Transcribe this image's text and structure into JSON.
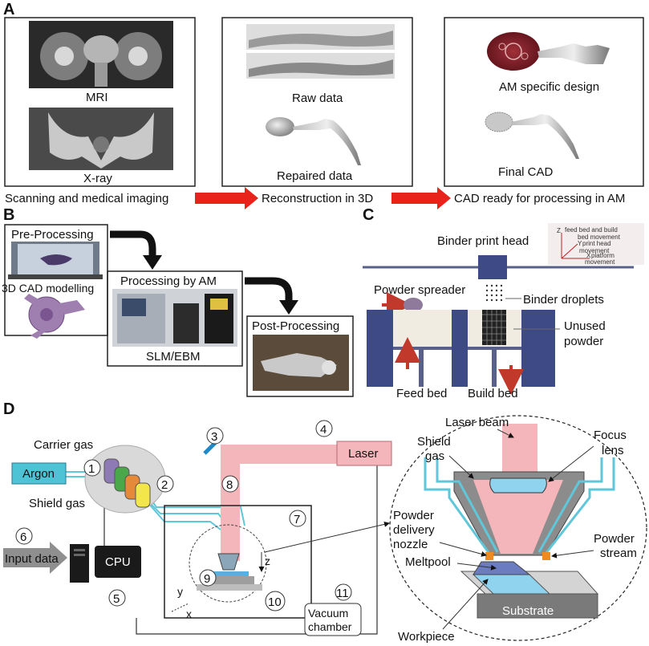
{
  "panel_a": {
    "letter": "A",
    "mri": "MRI",
    "xray": "X-ray",
    "raw_data": "Raw data",
    "repaired_data": "Repaired data",
    "am_design": "AM specific design",
    "final_cad": "Final CAD",
    "step1": "Scanning and medical imaging",
    "step2": "Reconstruction in 3D",
    "step3": "CAD ready for processing in AM"
  },
  "panel_b": {
    "letter": "B",
    "pre_processing": "Pre-Processing",
    "cad_modelling": "3D CAD modelling",
    "processing": "Processing by AM",
    "slm": "SLM/EBM",
    "post_processing": "Post-Processing"
  },
  "panel_c": {
    "letter": "C",
    "print_head": "Binder print head",
    "spreader": "Powder spreader",
    "droplets": "Binder droplets",
    "unused1": "Unused",
    "unused2": "powder",
    "feed_bed": "Feed bed",
    "build_bed": "Build bed",
    "axis_z": "Z",
    "axis_y": "Y",
    "axis_x": "X",
    "legend1": "feed bed and build",
    "legend2": "bed movement",
    "legend3": "print head",
    "legend4": "movement",
    "legend5": "platform",
    "legend6": "movement"
  },
  "panel_d": {
    "letter": "D",
    "carrier_gas": "Carrier gas",
    "argon": "Argon",
    "shield_gas": "Shield gas",
    "input_data": "Input data",
    "cpu": "CPU",
    "laser": "Laser",
    "vacuum1": "Vacuum",
    "vacuum2": "chamber",
    "laser_beam": "Laser beam",
    "shield1": "Shield",
    "shield2": "gas",
    "focus1": "Focus",
    "focus2": "lens",
    "pdn1": "Powder",
    "pdn2": "delivery",
    "pdn3": "nozzle",
    "pstream1": "Powder",
    "pstream2": "stream",
    "meltpool": "Meltpool",
    "substrate": "Substrate",
    "workpiece": "Workpiece",
    "ax_y": "y",
    "ax_x": "x",
    "ax_z": "z",
    "n1": "1",
    "n2": "2",
    "n3": "3",
    "n4": "4",
    "n5": "5",
    "n6": "6",
    "n7": "7",
    "n8": "8",
    "n9": "9",
    "n10": "10",
    "n11": "11"
  },
  "colors": {
    "red_arrow": "#e8231c",
    "laser_pink": "#f4b6ba",
    "cyan_line": "#5fc7d9",
    "machine_blue": "#3d4a86",
    "argon_fill": "#4fc3d6"
  }
}
